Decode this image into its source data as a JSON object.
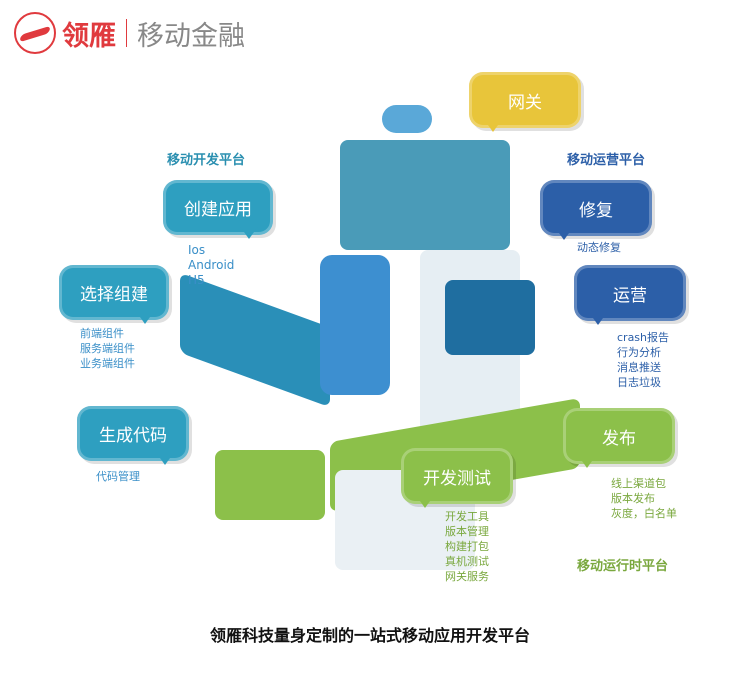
{
  "logo": {
    "brand": "领雁",
    "product": "移动金融"
  },
  "platforms": {
    "dev": "移动开发平台",
    "ops": "移动运营平台",
    "runtime": "移动运行时平台"
  },
  "bubbles": {
    "gateway": "网关",
    "create_app": "创建应用",
    "select_build": "选择组建",
    "gen_code": "生成代码",
    "repair": "修复",
    "operation": "运营",
    "publish": "发布",
    "dev_test": "开发测试"
  },
  "lists": {
    "create_app": [
      "Ios",
      "Android",
      "H5"
    ],
    "select_build": [
      "前端组件",
      "服务端组件",
      "业务端组件"
    ],
    "gen_code": [
      "代码管理"
    ],
    "repair": [
      "动态修复"
    ],
    "operation": [
      "crash报告",
      "行为分析",
      "消息推送",
      "日志垃圾"
    ],
    "publish": [
      "线上渠道包",
      "版本发布",
      "灰度，白名单"
    ],
    "dev_test": [
      "开发工具",
      "版本管理",
      "构建打包",
      "真机测试",
      "网关服务"
    ]
  },
  "footer": "领雁科技量身定制的一站式移动应用开发平台"
}
